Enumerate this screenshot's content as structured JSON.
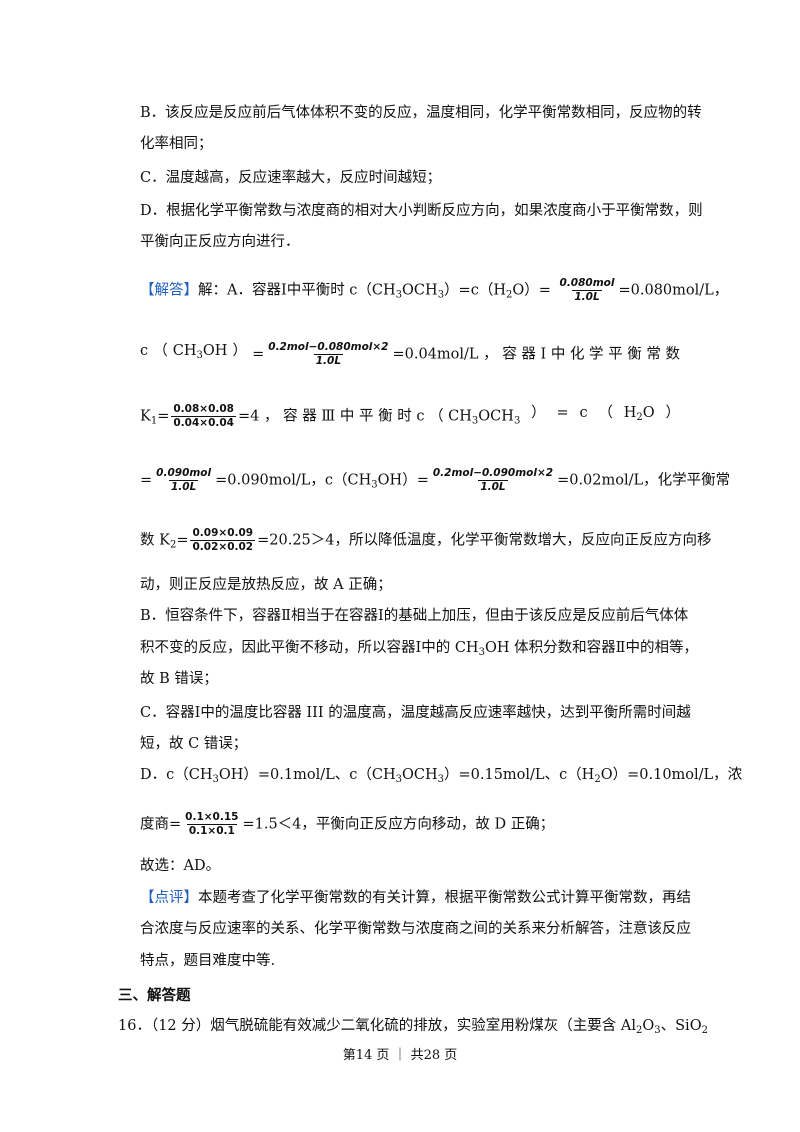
{
  "options": {
    "B1": "B．该反应是反应前后气体体积不变的反应，温度相同，化学平衡常数相同，反应物的转",
    "B2": "化率相同；",
    "C": "C．温度越高，反应速率越大，反应时间越短；",
    "D1": "D．根据化学平衡常数与浓度商的相对大小判断反应方向，如果浓度商小于平衡常数，则",
    "D2": "平衡向正反应方向进行．"
  },
  "answer": {
    "tag": "【解答】",
    "intro": "解：A．容器Ⅰ中平衡时 c（CH",
    "f1_num": "0.080mol",
    "f1_den": "1.0L",
    "r1_tail": "=0.080mol/L，",
    "f2_num": "0.2mol−0.080mol×2",
    "f2_den": "1.0L",
    "r2_tail": "=0.04mol/L ， 容 器 Ⅰ 中 化 学 平 衡 常 数",
    "f3_num": "0.08×0.08",
    "f3_den": "0.04×0.04",
    "r3_mid": "=4 ， 容 器 Ⅲ 中 平 衡 时 c （ CH",
    "f4_num": "0.090mol",
    "f4_den": "1.0L",
    "r4_mid": "=0.090mol/L，c（CH",
    "f5_num": "0.2mol−0.090mol×2",
    "f5_den": "1.0L",
    "r4_tail": "=0.02mol/L，化学平衡常",
    "f6_num": "0.09×0.09",
    "f6_den": "0.02×0.02",
    "r5_tail": "=20.25＞4，所以降低温度，化学平衡常数增大，反应向正反应方向移",
    "r6": "动，则正反应是放热反应，故 A 正确；",
    "b1": "B．恒容条件下，容器Ⅱ相当于在容器Ⅰ的基础上加压，但由于该反应是反应前后气体体",
    "b2a": "积不变的反应，因此平衡不移动，所以容器Ⅰ中的 CH",
    "b2b": "OH 体积分数和容器Ⅱ中的相等，",
    "b3": "故 B 错误；",
    "c1": "C．容器Ⅰ中的温度比容器 III 的温度高，温度越高反应速率越快，达到平衡所需时间越",
    "c2": "短，故 C 错误；",
    "f7_num": "0.1×0.15",
    "f7_den": "0.1×0.1",
    "d2_tail": "=1.5＜4，平衡向正反应方向移动，故 D 正确；",
    "choice": "故选：AD。"
  },
  "comment": {
    "tag": "【点评】",
    "l1": "本题考查了化学平衡常数的有关计算，根据平衡常数公式计算平衡常数，再结",
    "l2": "合浓度与反应速率的关系、化学平衡常数与浓度商之间的关系来分析解答，注意该反应",
    "l3": "特点，题目难度中等."
  },
  "section": "三、解答题",
  "q16": "16．（12 分）烟气脱硫能有效减少二氧化硫的排放，实验室用粉煤灰（主要含 Al",
  "footer": "第14 页 ｜ 共28 页"
}
